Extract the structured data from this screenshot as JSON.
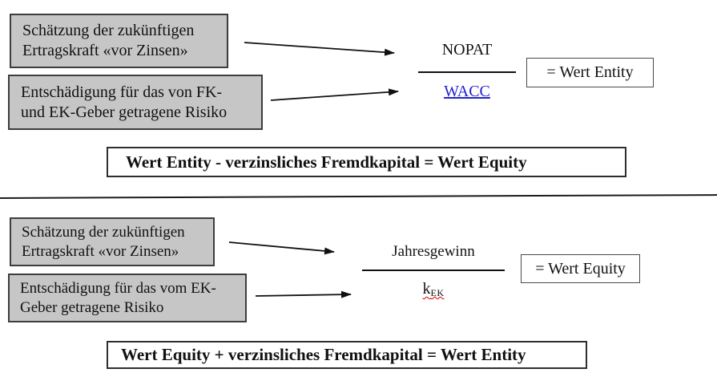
{
  "colors": {
    "box_fill": "#c6c6c6",
    "box_border": "#3d3d3d",
    "line": "#111111",
    "link_blue": "#2323cc",
    "squiggle_red": "#d40000",
    "text": "#111111"
  },
  "top": {
    "input_boxes": [
      {
        "lines": [
          "Schätzung der zukünftigen",
          "Ertragskraft «vor Zinsen»"
        ]
      },
      {
        "lines": [
          "Entschädigung für das von FK-",
          "und EK-Geber getragene Risiko"
        ]
      }
    ],
    "fraction": {
      "numerator": "NOPAT",
      "denominator": "WACC"
    },
    "result_label": "= Wert Entity",
    "formula": "Wert Entity - verzinsliches Fremdkapital = Wert Equity"
  },
  "bottom": {
    "input_boxes": [
      {
        "lines": [
          "Schätzung der zukünftigen",
          "Ertragskraft «vor Zinsen»"
        ]
      },
      {
        "lines": [
          "Entschädigung für das vom EK-",
          "Geber getragene Risiko"
        ]
      }
    ],
    "fraction": {
      "numerator": "Jahresgewinn",
      "denominator_base": "k",
      "denominator_sub": "EK"
    },
    "result_label": "= Wert Equity",
    "formula": "Wert Equity + verzinsliches Fremdkapital = Wert Entity"
  }
}
